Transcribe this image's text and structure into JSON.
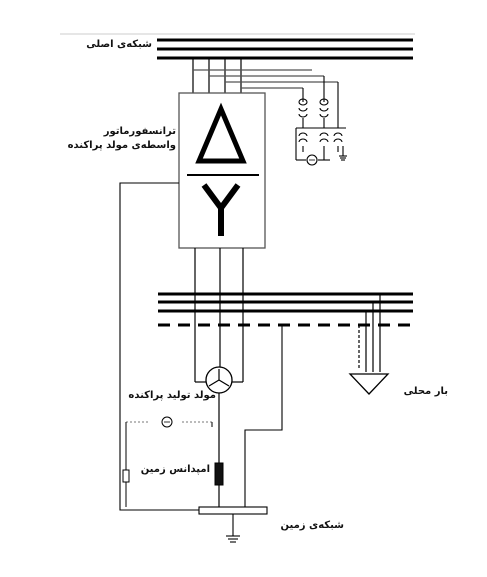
{
  "labels": {
    "main_grid": "شبکه‌ی اصلی",
    "transformer_line1": "ترانسفورماتور",
    "transformer_line2": "واسطه‌ی مولد پراکنده",
    "delta_symbol": "Δ",
    "wye_symbol": "Y",
    "distributed_generator": "مولد تولید پراکنده",
    "local_load": "بار محلی",
    "ground_impedance": "امپدانس زمین",
    "ground_bus": "شبکه‌ی زمین"
  },
  "colors": {
    "line": "#000000",
    "text": "#111111",
    "background": "#ffffff",
    "light_line": "#777777"
  }
}
